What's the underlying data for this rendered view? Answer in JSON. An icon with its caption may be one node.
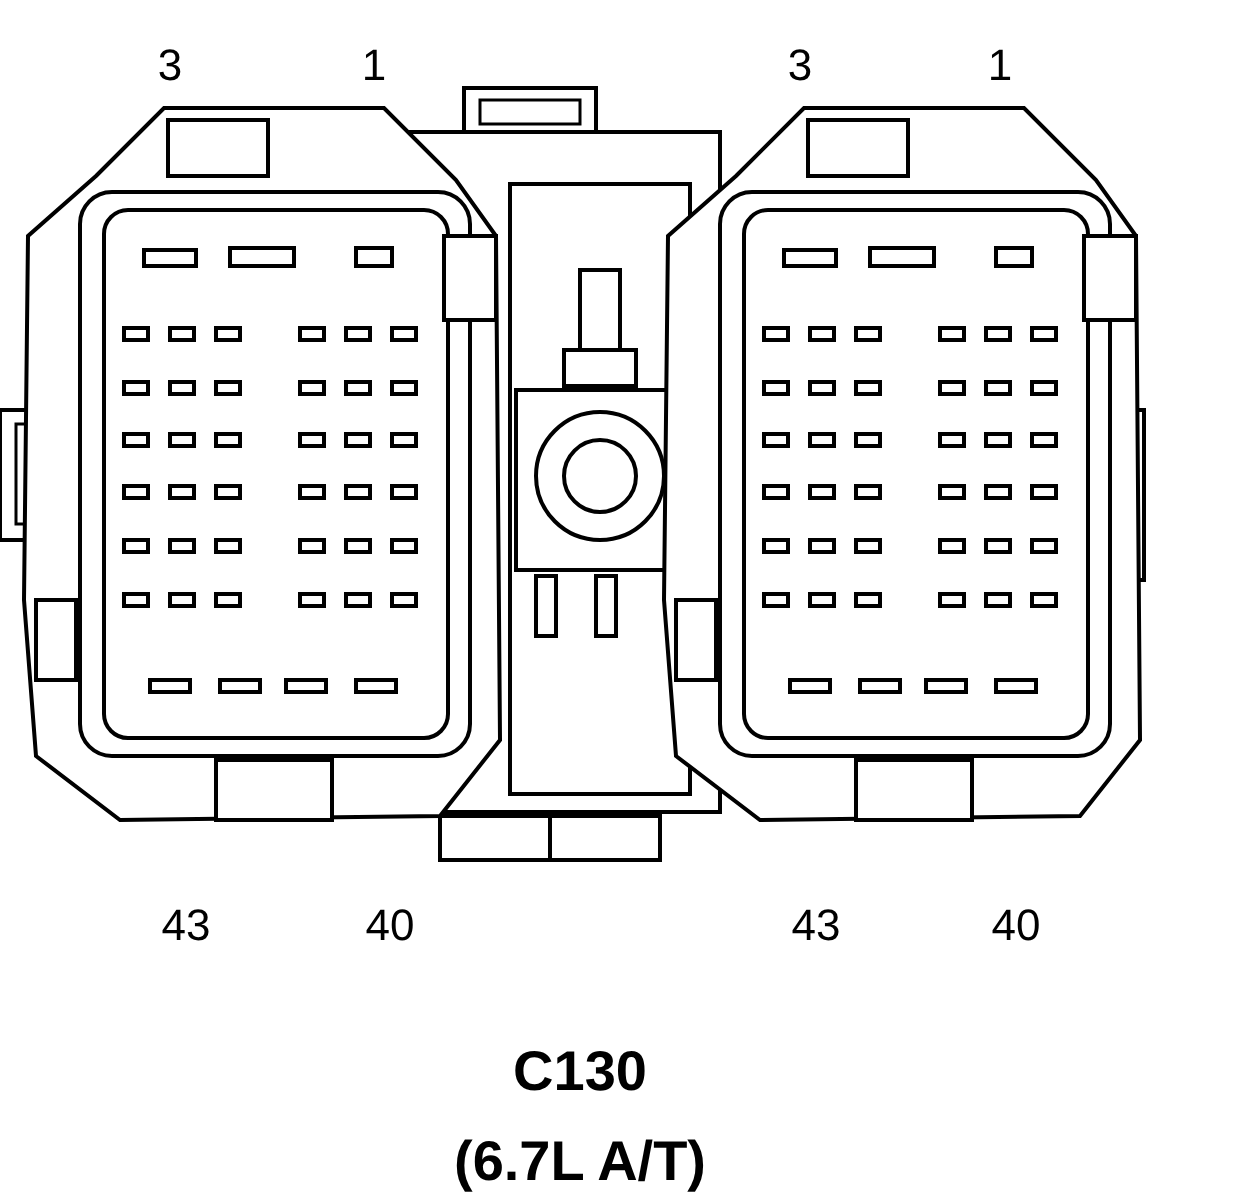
{
  "diagram": {
    "title": "C130",
    "caption": "(6.7L A/T)",
    "labels": [
      "3",
      "1",
      "3",
      "1",
      "43",
      "40",
      "43",
      "40"
    ]
  }
}
